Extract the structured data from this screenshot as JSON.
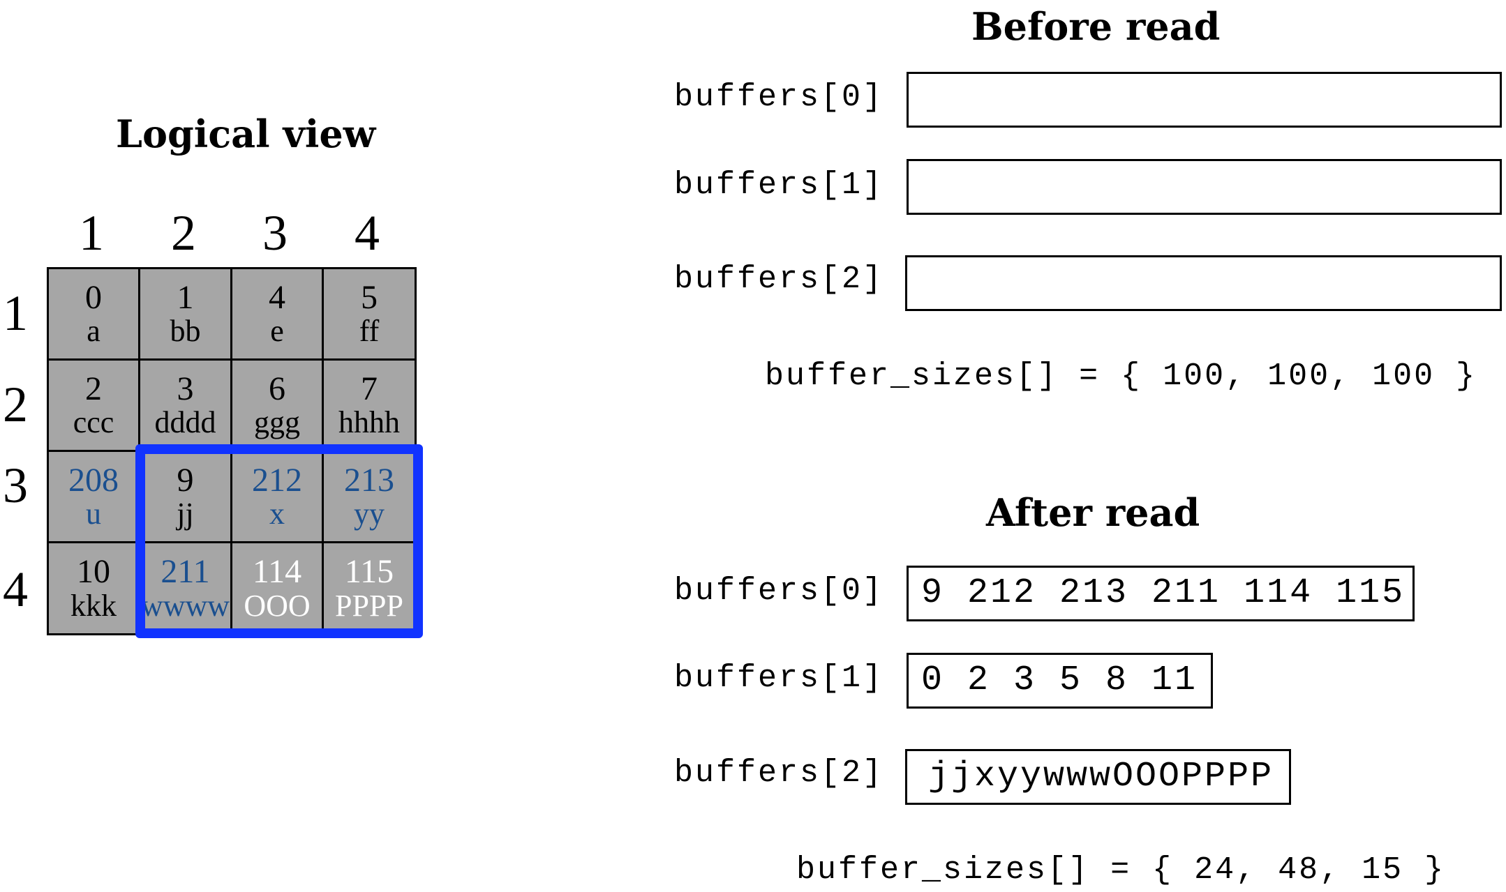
{
  "logical": {
    "title": "Logical view",
    "col_labels": [
      "1",
      "2",
      "3",
      "4"
    ],
    "row_labels": [
      "1",
      "2",
      "3",
      "4"
    ],
    "cells": [
      [
        {
          "coord": "0",
          "value": "a",
          "color": "black"
        },
        {
          "coord": "1",
          "value": "bb",
          "color": "black"
        },
        {
          "coord": "4",
          "value": "e",
          "color": "black"
        },
        {
          "coord": "5",
          "value": "ff",
          "color": "black"
        }
      ],
      [
        {
          "coord": "2",
          "value": "ccc",
          "color": "black"
        },
        {
          "coord": "3",
          "value": "dddd",
          "color": "black"
        },
        {
          "coord": "6",
          "value": "ggg",
          "color": "black"
        },
        {
          "coord": "7",
          "value": "hhhh",
          "color": "black"
        }
      ],
      [
        {
          "coord": "208",
          "value": "u",
          "color": "blue"
        },
        {
          "coord": "9",
          "value": "jj",
          "color": "black"
        },
        {
          "coord": "212",
          "value": "x",
          "color": "blue"
        },
        {
          "coord": "213",
          "value": "yy",
          "color": "blue"
        }
      ],
      [
        {
          "coord": "10",
          "value": "kkk",
          "color": "black"
        },
        {
          "coord": "211",
          "value": "wwww",
          "color": "blue"
        },
        {
          "coord": "114",
          "value": "OOO",
          "color": "white"
        },
        {
          "coord": "115",
          "value": "PPPP",
          "color": "white"
        }
      ]
    ],
    "colors": {
      "cell_bg": "#a6a6a6",
      "blue_text": "#1a4f8f",
      "selection": "#1133ff"
    }
  },
  "before": {
    "title": "Before read",
    "buffers": [
      {
        "label": "buffers[0]",
        "content": ""
      },
      {
        "label": "buffers[1]",
        "content": ""
      },
      {
        "label": "buffers[2]",
        "content": ""
      }
    ],
    "sizes": "buffer_sizes[] = { 100, 100, 100 }"
  },
  "after": {
    "title": "After read",
    "buffers": [
      {
        "label": "buffers[0]",
        "content": "9 212 213 211 114 115"
      },
      {
        "label": "buffers[1]",
        "content": "0 2 3 5 8 11"
      },
      {
        "label": "buffers[2]",
        "content": "jjxyywwwOOOPPPP"
      }
    ],
    "sizes": "buffer_sizes[] = { 24, 48, 15 }"
  }
}
